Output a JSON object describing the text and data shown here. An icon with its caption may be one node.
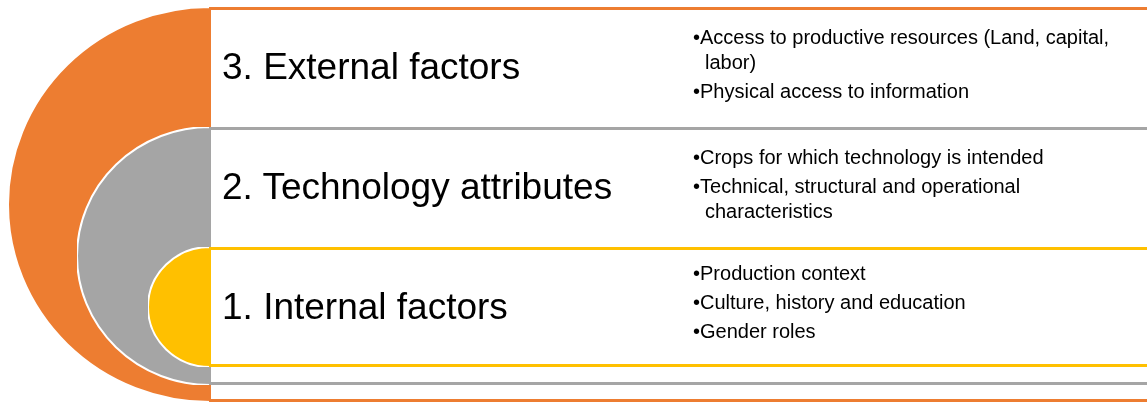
{
  "diagram": {
    "nodes": [
      {
        "text": [
          "3. External factors",
          "•Access to productive resources (Land, capital, labor)",
          "•Physical access to information"
        ]
      },
      {
        "text": [
          "2. Technology attributes",
          "•Crops for which technology is intended",
          "•Technical, structural and operational characteristics"
        ],
        "in": 0
      },
      {
        "text": [
          "1. Internal factors",
          "•Production context",
          "•Culture, history and education",
          "•Gender roles"
        ],
        "in": 1
      }
    ]
  }
}
